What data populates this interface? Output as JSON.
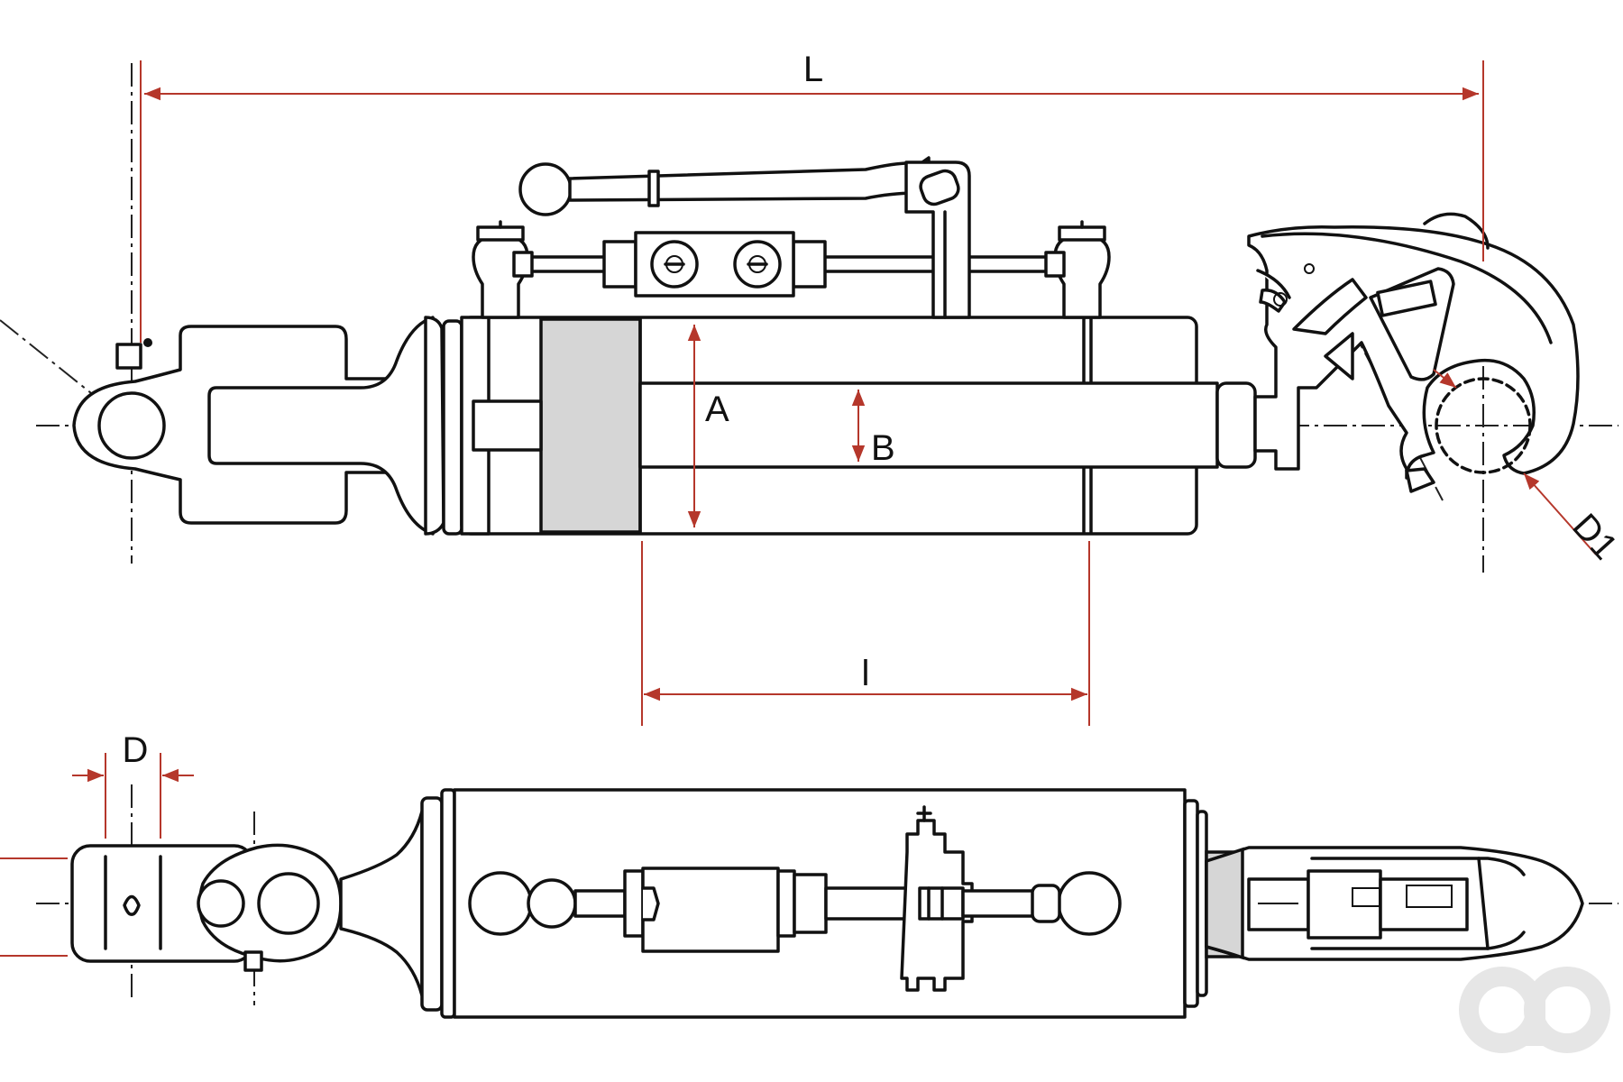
{
  "dimensions": {
    "L": "L",
    "A": "A",
    "B": "B",
    "l": "l",
    "D": "D",
    "D1": "D1"
  },
  "colors": {
    "line": "#111111",
    "dimension": "#b5372b",
    "shade": "#d6d6d6",
    "watermark": "#e6e6e6"
  },
  "watermark": "ao"
}
